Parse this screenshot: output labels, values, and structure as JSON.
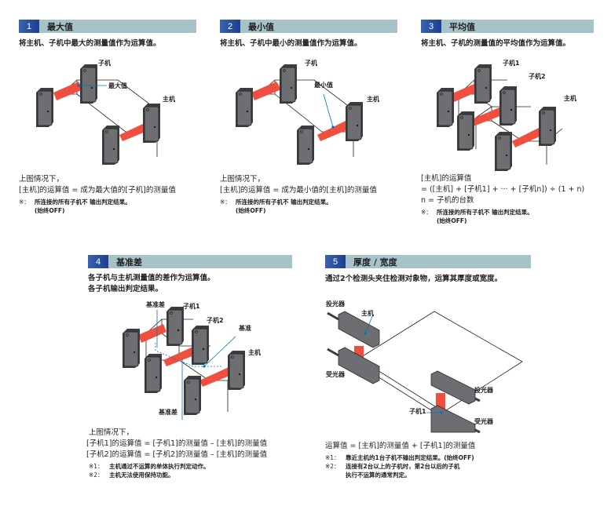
{
  "colors": {
    "header_bar": "#a6c3c9",
    "number_badge": "#1b3f93",
    "beam": "#f04e3e",
    "sensor_body": "#6d6e71",
    "leader_line": "#0072bc"
  },
  "panels": [
    {
      "number": "1",
      "title": "最大值",
      "description": "将主机、子机中最大的测量值作为运算值。",
      "labels": {
        "sub": "子机",
        "value": "最大值",
        "main": "主机"
      },
      "text_lines": [
        "上图情况下，",
        "[主机]的运算值 = 成为最大值的[子机]的测量值"
      ],
      "notes": [
        {
          "mark": "※：",
          "text": "所连接的所有子机不 输出判定结果。",
          "cont": "(始终OFF)"
        }
      ]
    },
    {
      "number": "2",
      "title": "最小值",
      "description": "将主机、子机中最小的测量值作为运算值。",
      "labels": {
        "sub": "子机",
        "value": "最小值",
        "main": "主机"
      },
      "text_lines": [
        "上图情况下，",
        "[主机]的运算值 = 成为最小值的[主机]的测量值"
      ],
      "notes": [
        {
          "mark": "※：",
          "text": "所连接的所有子机不 输出判定结果。",
          "cont": "(始终OFF)"
        }
      ]
    },
    {
      "number": "3",
      "title": "平均值",
      "description": "将主机、子机的测量值的平均值作为运算值。",
      "labels": {
        "sub1": "子机1",
        "sub2": "子机2",
        "main": "主机"
      },
      "text_lines": [
        "[主机]的运算值",
        " = ([主机] + [子机1] + ··· + [子机n]) ÷ (1 + n)",
        "n = 子机的台数"
      ],
      "notes": [
        {
          "mark": "※：",
          "text": "所连接的所有子机不 输出判定结果。",
          "cont": "(始终OFF)"
        }
      ]
    },
    {
      "number": "4",
      "title": "基准差",
      "description_lines": [
        "各子机与主机测量值的差作为运算值。",
        "各子机输出判定结果。"
      ],
      "labels": {
        "diff_top": "基准差",
        "sub1": "子机1",
        "sub2": "子机2",
        "reference": "基准",
        "main": "主机",
        "diff_bottom": "基准差"
      },
      "text_lines": [
        "上图情况下，",
        "[子机1]的运算值 = [子机1]的测量值 – [主机]的测量值",
        "[子机2]的运算值 = [子机2]的测量值 – [主机]的测量值"
      ],
      "notes": [
        {
          "mark": "※1：",
          "text": "主机通过不运算的单体执行判定动作。"
        },
        {
          "mark": "※2：",
          "text": "主机无法使用保持功能。"
        }
      ]
    },
    {
      "number": "5",
      "title": "厚度 / 宽度",
      "description": "通过2个检测头夹住检测对象物，运算其厚度或宽度。",
      "labels": {
        "emitter_left": "投光器",
        "main": "主机",
        "receiver_left": "受光器",
        "emitter_right": "投光器",
        "sub1": "子机1",
        "receiver_right": "受光器"
      },
      "text_lines": [
        "运算值 = [主机]的测量值 + [子机1]的测量值"
      ],
      "notes": [
        {
          "mark": "※1：",
          "text": "靠近主机的1台子机不输出判定结果。(始终OFF)"
        },
        {
          "mark": "※2：",
          "text": "连接有2台以上的子机时，第2台以后的子机",
          "cont": "执行不运算的通常判定。"
        }
      ]
    }
  ]
}
